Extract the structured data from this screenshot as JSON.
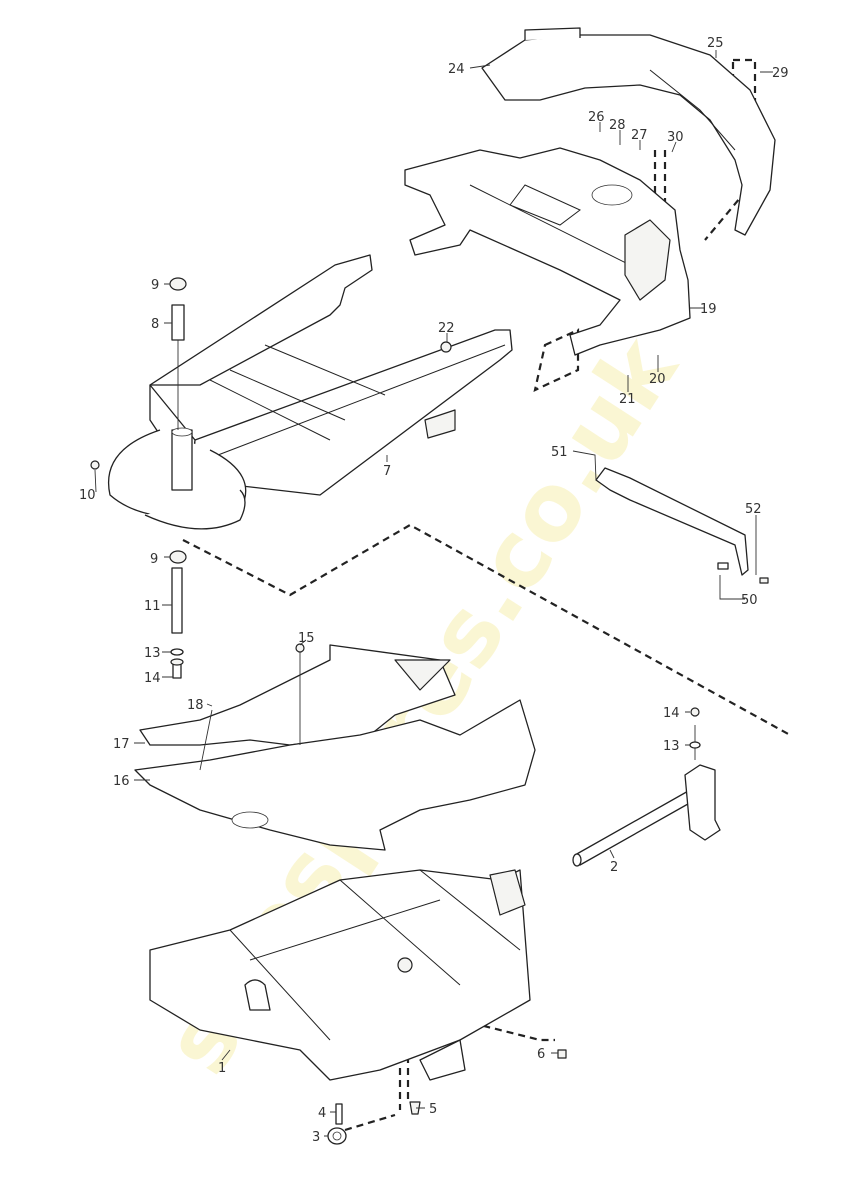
{
  "diagram": {
    "type": "exploded parts diagram",
    "watermark": "sitespares.co.uk",
    "callouts": [
      "24",
      "25",
      "29",
      "26",
      "28",
      "27",
      "30",
      "19",
      "22",
      "9",
      "8",
      "20",
      "21",
      "10",
      "7",
      "51",
      "52",
      "50",
      "9",
      "11",
      "13",
      "14",
      "15",
      "18",
      "17",
      "16",
      "14",
      "13",
      "2",
      "1",
      "6",
      "4",
      "5",
      "3"
    ]
  }
}
